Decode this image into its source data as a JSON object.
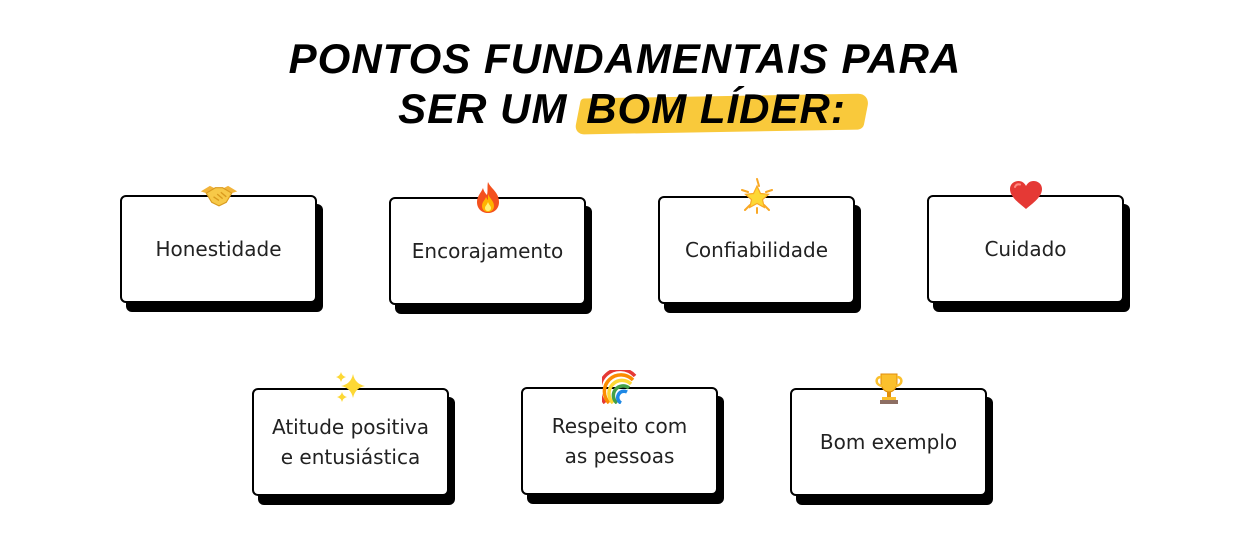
{
  "title": {
    "line1": "PONTOS FUNDAMENTAIS PARA",
    "line2_prefix": "SER UM",
    "line2_highlight": "BOM LÍDER:"
  },
  "colors": {
    "highlight": "#f9c93b",
    "card_border": "#000000",
    "card_shadow": "#000000",
    "text": "#222222"
  },
  "cards": [
    {
      "label": "Honestidade",
      "icon": "handshake-icon"
    },
    {
      "label": "Encorajamento",
      "icon": "fire-icon"
    },
    {
      "label": "Confiabilidade",
      "icon": "glowing-star-icon"
    },
    {
      "label": "Cuidado",
      "icon": "red-heart-icon"
    },
    {
      "label": "Atitude positiva\ne entusiástica",
      "icon": "sparkles-icon"
    },
    {
      "label": "Respeito com\nas pessoas",
      "icon": "rainbow-icon"
    },
    {
      "label": "Bom exemplo",
      "icon": "trophy-icon"
    }
  ]
}
